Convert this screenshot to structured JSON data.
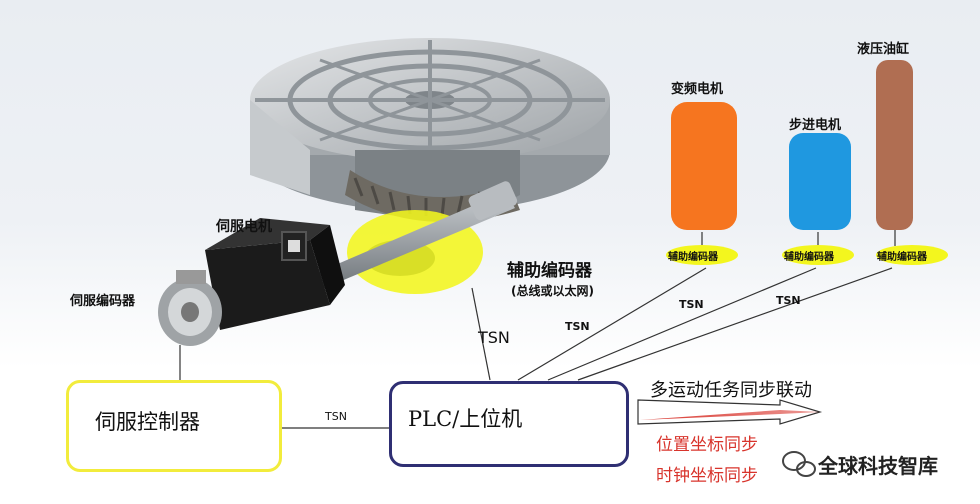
{
  "labels": {
    "servo_motor": "伺服电机",
    "servo_encoder": "伺服编码器",
    "aux_encoder_main": "辅助编码器",
    "aux_encoder_sub": "(总线或以太网)",
    "vfd_motor": "变频电机",
    "stepper_motor": "步进电机",
    "hydraulic_cylinder": "液压油缸",
    "aux_encoder_small": "辅助编码器",
    "tsn": "TSN",
    "servo_controller": "伺服控制器",
    "plc_host": "PLC/上位机",
    "multi_motion": "多运动任务同步联动",
    "position_sync": "位置坐标同步",
    "clock_sync": "时钟坐标同步",
    "watermark": "全球科技智库"
  },
  "colors": {
    "vfd_fill": "#f6751f",
    "stepper_fill": "#1f98e0",
    "hydraulic_fill": "#b06e52",
    "highlight_yellow": "#f3f61e",
    "controller_border": "#f2ec3c",
    "plc_border": "#2f2f73",
    "sync_text": "#d8342c"
  }
}
